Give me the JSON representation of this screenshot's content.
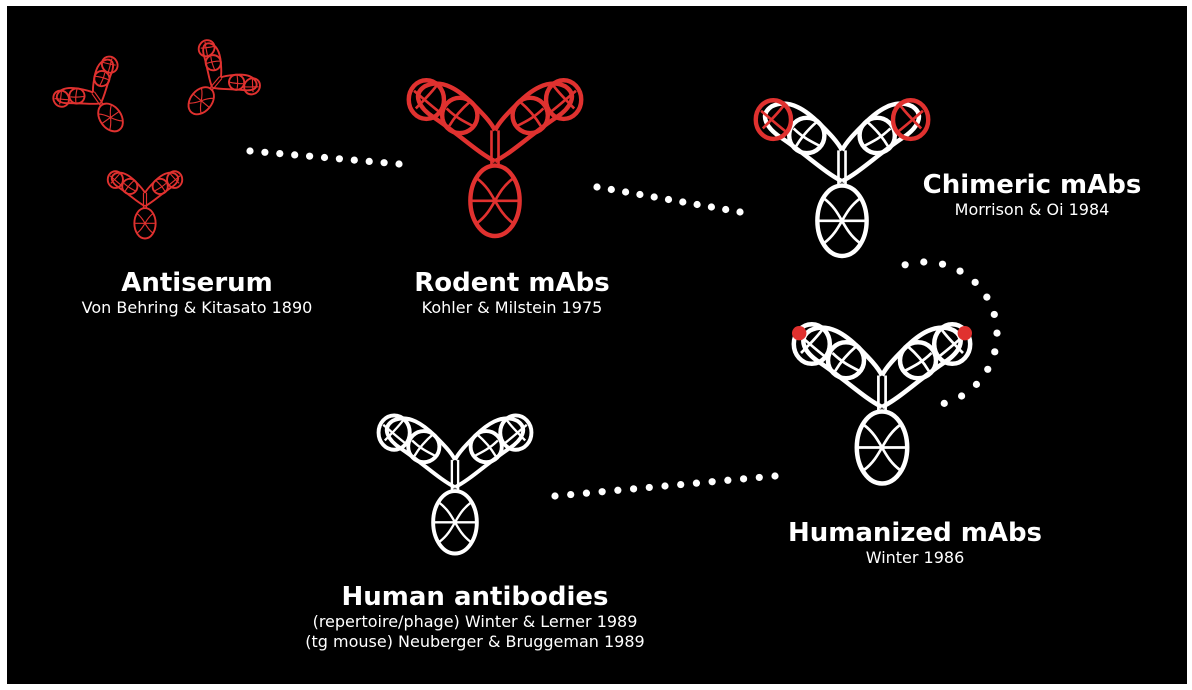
{
  "colors": {
    "background": "#000000",
    "murine": "#e0312f",
    "human": "#ffffff",
    "dots": "#ffffff"
  },
  "stages": [
    {
      "title": "Antiserum",
      "lines": [
        "Von Behring & Kitasato 1890"
      ]
    },
    {
      "title": "Rodent mAbs",
      "lines": [
        "Kohler & Milstein 1975"
      ]
    },
    {
      "title": "Chimeric mAbs",
      "lines": [
        "Morrison & Oi 1984"
      ]
    },
    {
      "title": "Humanized mAbs",
      "lines": [
        "Winter 1986"
      ]
    },
    {
      "title": "Human antibodies",
      "lines": [
        "(repertoire/phage) Winter & Lerner 1989",
        "(tg mouse) Neuberger & Bruggeman 1989"
      ]
    }
  ]
}
